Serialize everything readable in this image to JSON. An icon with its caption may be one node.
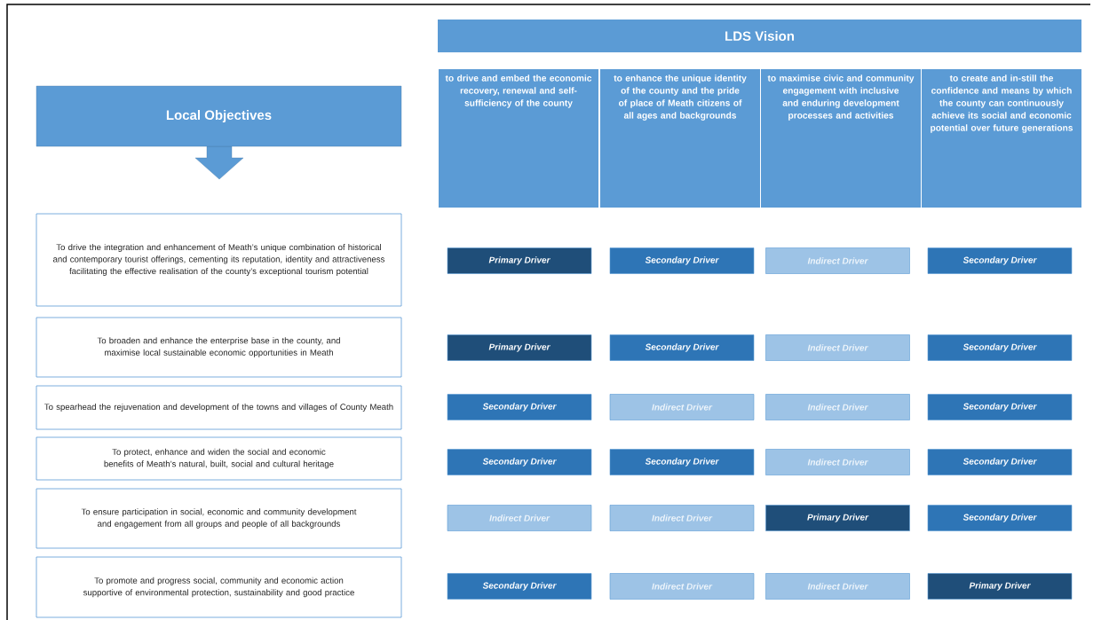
{
  "diagram": {
    "nodes": [
      {
        "text": [
          "LDS Vision"
        ]
      },
      {
        "text": [
          "to drive and embed the economic recovery, renewal and self-sufficiency of the county"
        ]
      },
      {
        "text": [
          "to enhance the unique identity of the county and the pride of place of Meath citizens of all ages and backgrounds"
        ]
      },
      {
        "text": [
          "to maximise civic and community engagement with inclusive and enduring development processes and activities"
        ]
      },
      {
        "text": [
          "to create and in-still the confidence and means by which the county can continuously achieve its social and economic potential over future generations"
        ]
      },
      {
        "text": [
          "Local Objectives"
        ]
      },
      {
        "text": [
          "To drive the integration and enhancement of Meath’s unique combination of historical and contemporary tourist offerings, cementing its reputation, identity and attractiveness facilitating the effective realisation of the county’s exceptional tourism potential"
        ]
      },
      {
        "text": [
          "To broaden and enhance the enterprise base in the county, and maximise local sustainable economic opportunities in Meath"
        ]
      },
      {
        "text": [
          "To spearhead the rejuvenation and development of the towns and villages of County Meath"
        ]
      },
      {
        "text": [
          "To protect, enhance and widen the social and economic benefits of Meath’s natural, built, social and cultural heritage"
        ]
      },
      {
        "text": [
          "To ensure participation in social, economic and community development and engagement from all groups and people of all backgrounds"
        ]
      },
      {
        "text": [
          "To promote and progress social, community and economic action supportive of environmental protection, sustainability and good practice"
        ]
      },
      {
        "text": [
          "Primary Driver"
        ]
      },
      {
        "text": [
          "Secondary Driver"
        ]
      },
      {
        "text": [
          "Indirect Driver"
        ]
      },
      {
        "text": [
          "Secondary Driver"
        ]
      },
      {
        "text": [
          "Primary Driver"
        ]
      },
      {
        "text": [
          "Secondary Driver"
        ]
      },
      {
        "text": [
          "Indirect Driver"
        ]
      },
      {
        "text": [
          "Secondary Driver"
        ]
      },
      {
        "text": [
          "Secondary Driver"
        ]
      },
      {
        "text": [
          "Indirect Driver"
        ]
      },
      {
        "text": [
          "Indirect Driver"
        ]
      },
      {
        "text": [
          "Secondary Driver"
        ]
      },
      {
        "text": [
          "Secondary Driver"
        ]
      },
      {
        "text": [
          "Secondary Driver"
        ]
      },
      {
        "text": [
          "Indirect Driver"
        ]
      },
      {
        "text": [
          "Secondary Driver"
        ]
      },
      {
        "text": [
          "Indirect Driver"
        ]
      },
      {
        "text": [
          "Indirect Driver"
        ]
      },
      {
        "text": [
          "Primary Driver"
        ]
      },
      {
        "text": [
          "Secondary Driver"
        ]
      },
      {
        "text": [
          "Secondary Driver"
        ]
      },
      {
        "text": [
          "Indirect Driver"
        ]
      },
      {
        "text": [
          "Indirect Driver"
        ]
      },
      {
        "text": [
          "Primary Driver"
        ]
      }
    ]
  }
}
